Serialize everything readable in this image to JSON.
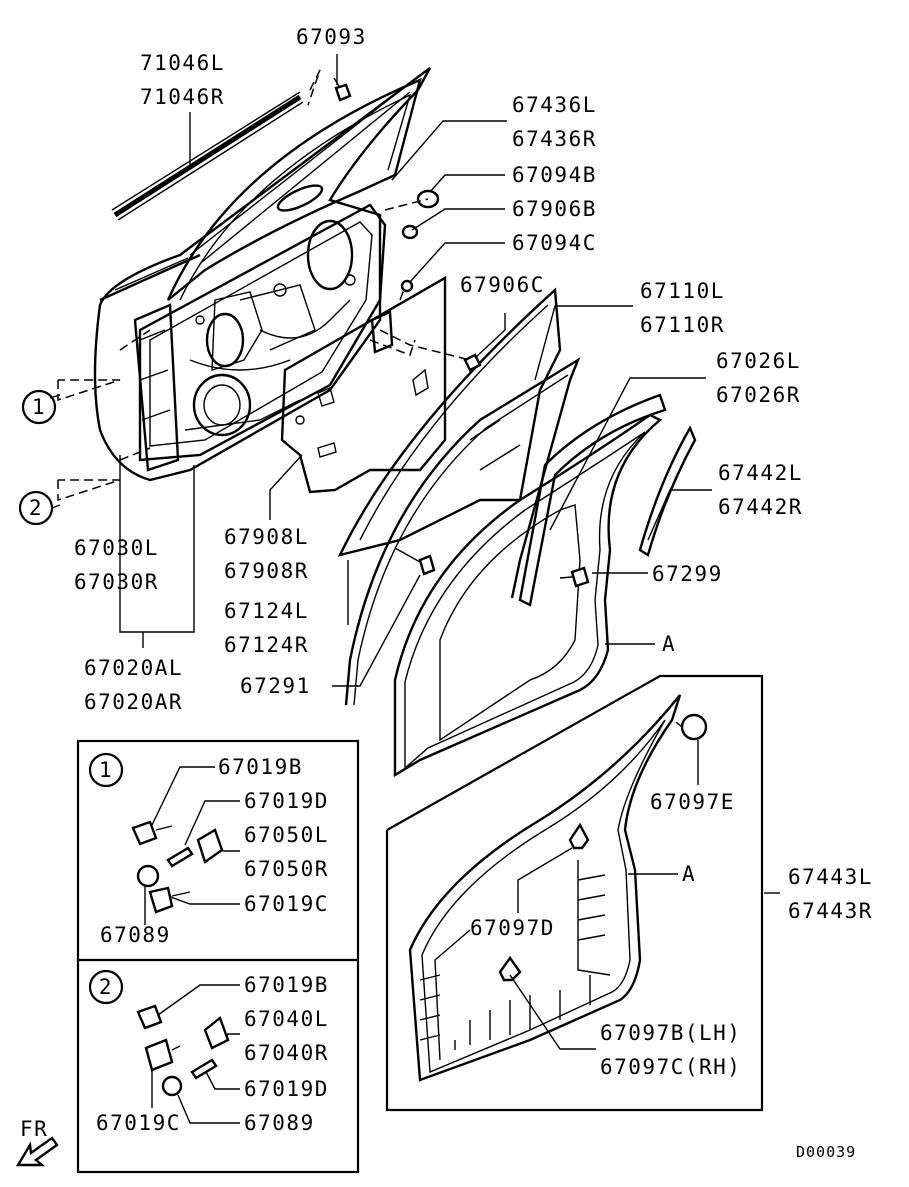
{
  "diagram_code": "D00039",
  "direction_label": "FR",
  "part_labels": {
    "p67093": "67093",
    "p71046L": "71046L",
    "p71046R": "71046R",
    "p67436L": "67436L",
    "p67436R": "67436R",
    "p67094B": "67094B",
    "p67906B": "67906B",
    "p67094C": "67094C",
    "p67906C": "67906C",
    "p67110L": "67110L",
    "p67110R": "67110R",
    "p67026L": "67026L",
    "p67026R": "67026R",
    "p67442L": "67442L",
    "p67442R": "67442R",
    "p67299": "67299",
    "pA1": "A",
    "p67908L": "67908L",
    "p67908R": "67908R",
    "p67124L": "67124L",
    "p67124R": "67124R",
    "p67291": "67291",
    "p67030L": "67030L",
    "p67030R": "67030R",
    "p67020AL": "67020AL",
    "p67020AR": "67020AR",
    "p67097E": "67097E",
    "pA2": "A",
    "p67443L": "67443L",
    "p67443R": "67443R",
    "p67097D": "67097D",
    "p67097BLH": "67097B(LH)",
    "p67097CRH": "67097C(RH)"
  },
  "callouts": {
    "c1": "1",
    "c2": "2"
  },
  "detail_box_1": {
    "marker": "1",
    "labels": [
      "67019B",
      "67019D",
      "67050L",
      "67050R",
      "67019C",
      "67089"
    ]
  },
  "detail_box_2": {
    "marker": "2",
    "labels": [
      "67019B",
      "67040L",
      "67040R",
      "67019D",
      "67019C",
      "67089"
    ]
  }
}
